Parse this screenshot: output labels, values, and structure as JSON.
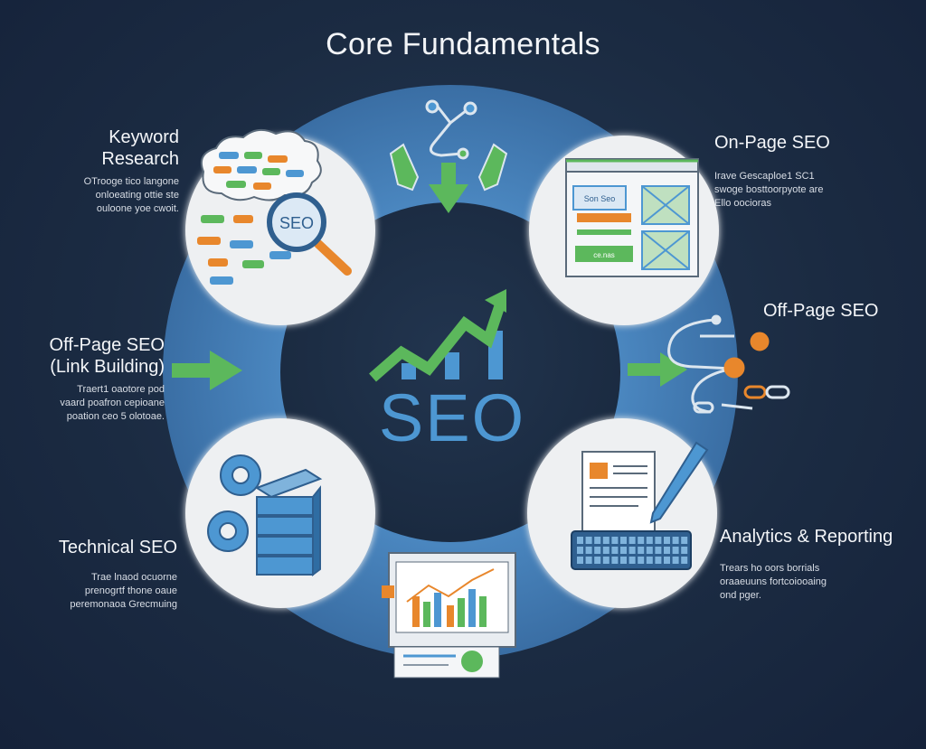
{
  "title": "Core Fundamentals",
  "center": {
    "label": "SEO"
  },
  "nodes": {
    "keyword_research": {
      "heading_line1": "Keyword",
      "heading_line2": "Research",
      "description": "OTrooge tico langone\nonloeating ottie ste\nouloone yoe cwoit.",
      "badge": "SEO"
    },
    "on_page": {
      "heading": "On-Page SEO",
      "description": "Irave Gescaploe1 SC1\nswoge bosttoorpyote are\nEllo oocioras",
      "box_label": "Son Seo",
      "button_label": "ce.nas"
    },
    "off_page": {
      "heading": "Off-Page SEO"
    },
    "link_building": {
      "heading_line1": "Off-Page SEO",
      "heading_line2": "(Link Building)",
      "description": "Traert1 oaotore pod\nvaard poafron cepioane\npoation ceo 5 olotoae."
    },
    "technical": {
      "heading": "Technical SEO",
      "description": "Trae lnaod ocuorne\nprenogrtf thone oaue\nperemonaoa Grecmuing"
    },
    "analytics": {
      "heading": "Analytics & Reporting",
      "description": "Trears ho oors borrials\noraaeuuns fortcoiooaing\nond pger."
    }
  },
  "colors": {
    "background": "#1b2b42",
    "ring": "#3f76ad",
    "center_disc": "#1d2d44",
    "accent_green": "#5cb85c",
    "accent_blue": "#4d97d2",
    "accent_orange": "#e8872c",
    "card_fill": "#eef0f2"
  },
  "icons": [
    "tag-cloud-icon",
    "magnifier-icon",
    "network-nodes-icon",
    "web-page-layout-icon",
    "link-chain-icon",
    "gears-icon",
    "server-stack-icon",
    "growth-chart-icon",
    "document-icon",
    "pen-icon",
    "keyboard-icon",
    "bar-chart-report-icon"
  ]
}
